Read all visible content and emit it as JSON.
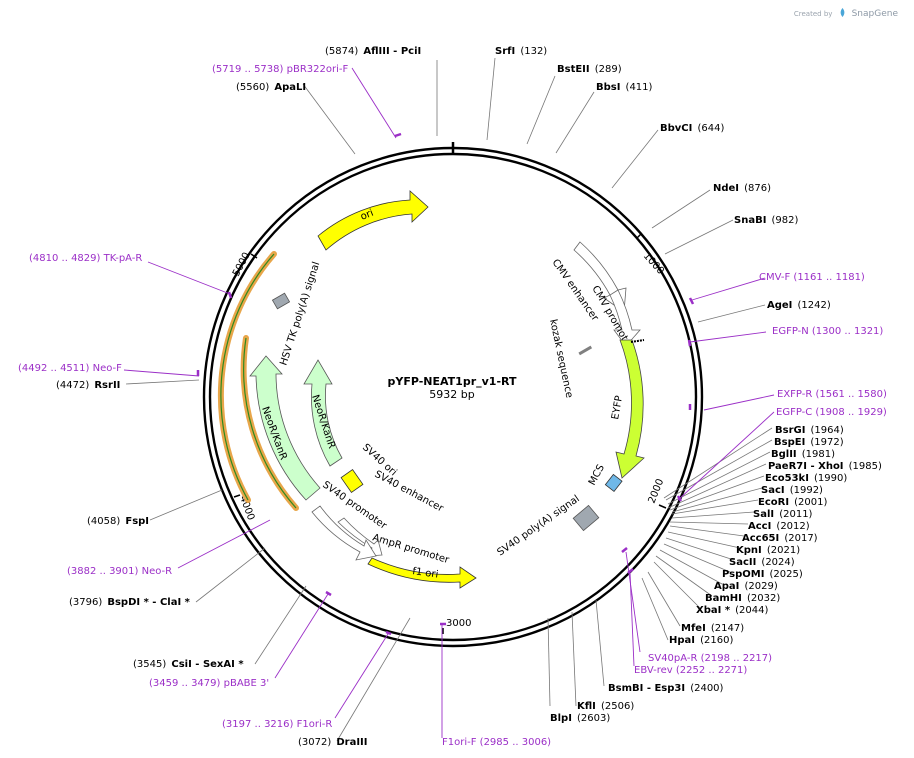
{
  "brand": {
    "created_by": "Created by",
    "app": "SnapGene"
  },
  "plasmid": {
    "name": "pYFP-NEAT1pr_v1-RT",
    "length_label": "5932 bp"
  },
  "ticks": [
    "1000",
    "2000",
    "3000",
    "4000",
    "5000"
  ],
  "sites": [
    {
      "name": "AflIII",
      "name2": "PciI",
      "pos": "(5874)",
      "side": "left"
    },
    {
      "name": "SrfI",
      "pos": "(132)",
      "side": "right"
    },
    {
      "name": "BstEII",
      "pos": "(289)",
      "side": "right"
    },
    {
      "name": "BbsI",
      "pos": "(411)",
      "side": "right"
    },
    {
      "name": "BbvCI",
      "pos": "(644)",
      "side": "right"
    },
    {
      "name": "NdeI",
      "pos": "(876)",
      "side": "right"
    },
    {
      "name": "SnaBI",
      "pos": "(982)",
      "side": "right"
    },
    {
      "name": "AgeI",
      "pos": "(1242)",
      "side": "right"
    },
    {
      "name": "BsrGI",
      "pos": "(1964)",
      "side": "right"
    },
    {
      "name": "BspEI",
      "pos": "(1972)",
      "side": "right"
    },
    {
      "name": "BglII",
      "pos": "(1981)",
      "side": "right"
    },
    {
      "name": "PaeR7I",
      "name2": "XhoI",
      "pos": "(1985)",
      "side": "right"
    },
    {
      "name": "Eco53kI",
      "pos": "(1990)",
      "side": "right"
    },
    {
      "name": "SacI",
      "pos": "(1992)",
      "side": "right"
    },
    {
      "name": "EcoRI",
      "pos": "(2001)",
      "side": "right"
    },
    {
      "name": "SalI",
      "pos": "(2011)",
      "side": "right"
    },
    {
      "name": "AccI",
      "pos": "(2012)",
      "side": "right"
    },
    {
      "name": "Acc65I",
      "pos": "(2017)",
      "side": "right"
    },
    {
      "name": "KpnI",
      "pos": "(2021)",
      "side": "right"
    },
    {
      "name": "SacII",
      "pos": "(2024)",
      "side": "right"
    },
    {
      "name": "PspOMI",
      "pos": "(2025)",
      "side": "right"
    },
    {
      "name": "ApaI",
      "pos": "(2029)",
      "side": "right"
    },
    {
      "name": "BamHI",
      "pos": "(2032)",
      "side": "right"
    },
    {
      "name": "XbaI *",
      "pos": "(2044)",
      "side": "right"
    },
    {
      "name": "MfeI",
      "pos": "(2147)",
      "side": "right"
    },
    {
      "name": "HpaI",
      "pos": "(2160)",
      "side": "right"
    },
    {
      "name": "BsmBI",
      "name2": "Esp3I",
      "pos": "(2400)",
      "side": "right"
    },
    {
      "name": "KflI",
      "pos": "(2506)",
      "side": "right"
    },
    {
      "name": "BlpI",
      "pos": "(2603)",
      "side": "right"
    },
    {
      "name": "DraIII",
      "pos": "(3072)",
      "side": "left"
    },
    {
      "name": "CsiI",
      "name2": "SexAI *",
      "pos": "(3545)",
      "side": "left"
    },
    {
      "name": "BspDI *",
      "name2": "ClaI *",
      "pos": "(3796)",
      "side": "left"
    },
    {
      "name": "FspI",
      "pos": "(4058)",
      "side": "left"
    },
    {
      "name": "RsrII",
      "pos": "(4472)",
      "side": "left"
    },
    {
      "name": "ApaLI",
      "pos": "(5560)",
      "side": "left"
    }
  ],
  "primers": [
    {
      "name": "pBR322ori-F",
      "range": "(5719 .. 5738)",
      "side": "left"
    },
    {
      "name": "CMV-F",
      "range": "(1161 .. 1181)",
      "side": "right"
    },
    {
      "name": "EGFP-N",
      "range": "(1300 .. 1321)",
      "side": "right"
    },
    {
      "name": "EXFP-R",
      "range": "(1561 .. 1580)",
      "side": "right"
    },
    {
      "name": "EGFP-C",
      "range": "(1908 .. 1929)",
      "side": "right"
    },
    {
      "name": "SV40pA-R",
      "range": "(2198 .. 2217)",
      "side": "right"
    },
    {
      "name": "EBV-rev",
      "range": "(2252 .. 2271)",
      "side": "right"
    },
    {
      "name": "F1ori-F",
      "range": "(2985 .. 3006)",
      "side": "left"
    },
    {
      "name": "F1ori-R",
      "range": "(3197 .. 3216)",
      "side": "left"
    },
    {
      "name": "pBABE 3'",
      "range": "(3459 .. 3479)",
      "side": "left"
    },
    {
      "name": "Neo-R",
      "range": "(3882 .. 3901)",
      "side": "left"
    },
    {
      "name": "Neo-F",
      "range": "(4492 .. 4511)",
      "side": "left"
    },
    {
      "name": "TK-pA-R",
      "range": "(4810 .. 4829)",
      "side": "left"
    }
  ],
  "features": [
    {
      "name": "ori",
      "color": "#ffff00"
    },
    {
      "name": "CMV enhancer",
      "color": "#ffffff"
    },
    {
      "name": "CMV promoter",
      "color": "#ffffff"
    },
    {
      "name": "kozak sequence",
      "color": "#808080"
    },
    {
      "name": "EYFP",
      "color": "#ccff33"
    },
    {
      "name": "MCS",
      "color": "#6fb8e8"
    },
    {
      "name": "SV40 poly(A) signal",
      "color": "#a0a8b0"
    },
    {
      "name": "f1 ori",
      "color": "#ffff00"
    },
    {
      "name": "AmpR promoter",
      "color": "#ffffff"
    },
    {
      "name": "SV40 promoter",
      "color": "#ffffff"
    },
    {
      "name": "SV40 ori",
      "color": "#ffff00"
    },
    {
      "name": "SV40 enhancer",
      "color": "#ffffff"
    },
    {
      "name": "NeoR/KanR",
      "color": "#ccffcc"
    },
    {
      "name": "NeoR/KanR",
      "color": "#ccffcc"
    },
    {
      "name": "HSV TK poly(A) signal",
      "color": "#a0a8b0"
    }
  ],
  "colors": {
    "primer": "#9b2fc7",
    "orf_outline": "#e8a64a",
    "orf_inner": "#2e8a1e",
    "backbone": "#000000"
  }
}
